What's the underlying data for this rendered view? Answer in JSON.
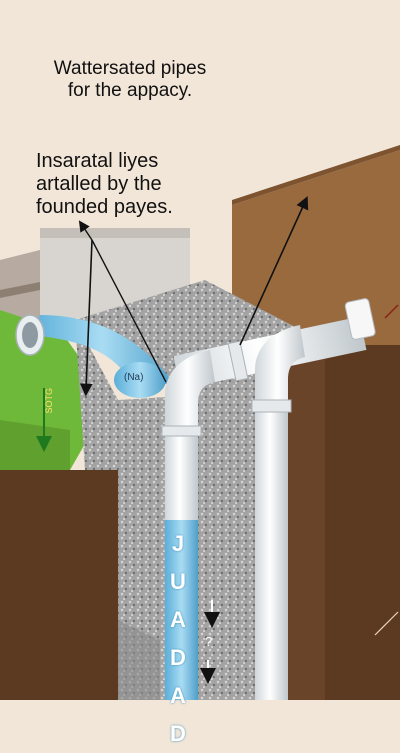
{
  "captions": {
    "top_line1": "Wattersated pipes",
    "top_line2": "for the appacy.",
    "mid_line1": "Insaratal liyes",
    "mid_line2": "artalled by the",
    "mid_line3": "founded payes."
  },
  "labels": {
    "small_tag": "(Na)",
    "side_mark": "SOTG",
    "pipe_letters": [
      "J",
      "U",
      "A",
      "D",
      "A",
      "D"
    ],
    "question_mark": "?"
  },
  "colors": {
    "wall": "#f1e6d8",
    "soil": "#5c3a22",
    "soil_dark": "#4a2d19",
    "gravel": "#9b9b9b",
    "grass": "#6fb93a",
    "pipe_white": "#f4f4f4",
    "pipe_blue": "#7cc3e6",
    "wood": "#9a6a3f"
  },
  "icons": [
    "arrow-icon",
    "down-arrow-icon"
  ]
}
